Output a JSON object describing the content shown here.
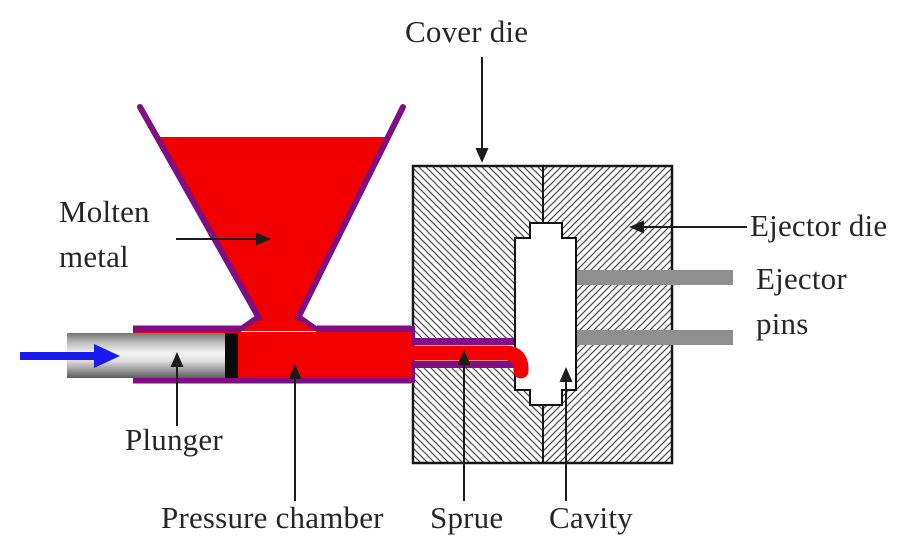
{
  "diagram": {
    "type": "die-casting-process-diagram",
    "labels": {
      "cover_die": "Cover die",
      "molten_metal_line1": "Molten",
      "molten_metal_line2": "metal",
      "ejector_die": "Ejector die",
      "ejector_pins_line1": "Ejector",
      "ejector_pins_line2": "pins",
      "plunger": "Plunger",
      "pressure_chamber": "Pressure chamber",
      "sprue": "Sprue",
      "cavity": "Cavity"
    },
    "colors": {
      "molten_metal_red": "#f20000",
      "outline_purple": "#7d0f82",
      "ejector_pin_gray": "#8f8f8f",
      "plunger_arrow_blue": "#1a1aec",
      "ink_black": "#1c1c1c"
    }
  }
}
